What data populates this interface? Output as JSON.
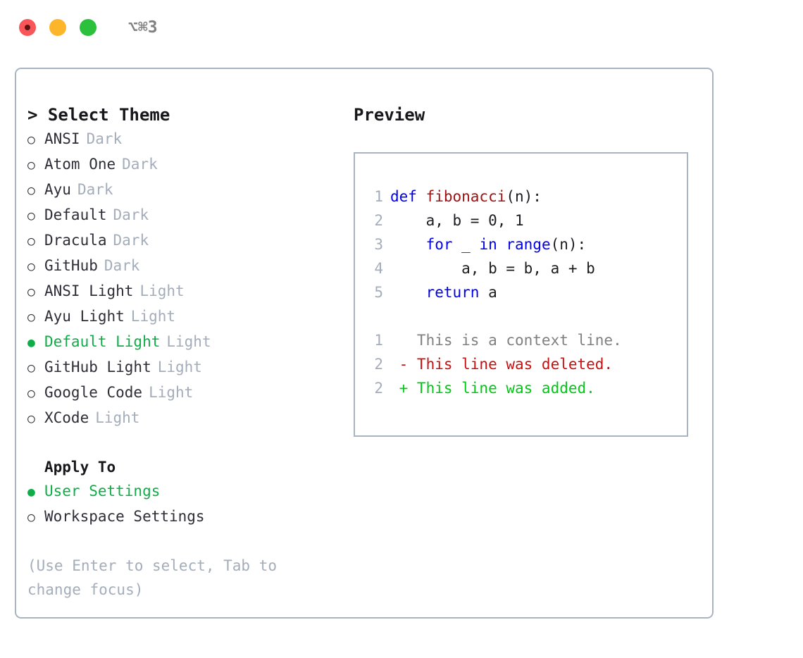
{
  "titlebar": {
    "shortcut": "⌥⌘3",
    "lights": [
      {
        "name": "close-button",
        "color": "#f9565a"
      },
      {
        "name": "minimize-button",
        "color": "#fdb62c"
      },
      {
        "name": "maximize-button",
        "color": "#2bc13c"
      }
    ]
  },
  "colors": {
    "selected_green": "#0fad48",
    "muted_gray": "#a3adbb",
    "border": "#a9b4c2",
    "keyword_blue": "#0000ee",
    "function_red": "#a01111",
    "diff_deleted": "#c81010",
    "diff_added": "#00c814"
  },
  "theme_panel": {
    "title": "> Select Theme",
    "marker_selected": "●",
    "marker_unselected": "○",
    "items": [
      {
        "label": "ANSI",
        "suffix": "Dark",
        "selected": false
      },
      {
        "label": "Atom One",
        "suffix": "Dark",
        "selected": false
      },
      {
        "label": "Ayu",
        "suffix": "Dark",
        "selected": false
      },
      {
        "label": "Default",
        "suffix": "Dark",
        "selected": false
      },
      {
        "label": "Dracula",
        "suffix": "Dark",
        "selected": false
      },
      {
        "label": "GitHub",
        "suffix": "Dark",
        "selected": false
      },
      {
        "label": "ANSI Light",
        "suffix": "Light",
        "selected": false
      },
      {
        "label": "Ayu Light",
        "suffix": "Light",
        "selected": false
      },
      {
        "label": "Default Light",
        "suffix": "Light",
        "selected": true
      },
      {
        "label": "GitHub Light",
        "suffix": "Light",
        "selected": false
      },
      {
        "label": "Google Code",
        "suffix": "Light",
        "selected": false
      },
      {
        "label": "XCode",
        "suffix": "Light",
        "selected": false
      }
    ]
  },
  "apply_to": {
    "title": "Apply To",
    "items": [
      {
        "label": "User Settings",
        "selected": true
      },
      {
        "label": "Workspace Settings",
        "selected": false
      }
    ]
  },
  "hint": "(Use Enter to select, Tab to change focus)",
  "preview": {
    "title": "Preview",
    "code_lines": [
      {
        "num": "1",
        "tokens": [
          {
            "t": "def ",
            "c": "kw"
          },
          {
            "t": "fibonacci",
            "c": "fn"
          },
          {
            "t": "(n):",
            "c": "plain"
          }
        ]
      },
      {
        "num": "2",
        "tokens": [
          {
            "t": "    a, b = 0, 1",
            "c": "plain"
          }
        ]
      },
      {
        "num": "3",
        "tokens": [
          {
            "t": "    ",
            "c": "plain"
          },
          {
            "t": "for",
            "c": "kw"
          },
          {
            "t": " _ ",
            "c": "plain"
          },
          {
            "t": "in range",
            "c": "kw"
          },
          {
            "t": "(n):",
            "c": "plain"
          }
        ]
      },
      {
        "num": "4",
        "tokens": [
          {
            "t": "        a, b = b, a + b",
            "c": "plain"
          }
        ]
      },
      {
        "num": "5",
        "tokens": [
          {
            "t": "    ",
            "c": "plain"
          },
          {
            "t": "return",
            "c": "kw"
          },
          {
            "t": " a",
            "c": "plain"
          }
        ]
      }
    ],
    "diff_lines": [
      {
        "num": "1",
        "tokens": [
          {
            "t": "   This is a context line.",
            "c": "ctx"
          }
        ]
      },
      {
        "num": "2",
        "tokens": [
          {
            "t": " - This line was deleted.",
            "c": "del"
          }
        ]
      },
      {
        "num": "2",
        "tokens": [
          {
            "t": " + This line was added.",
            "c": "add"
          }
        ]
      }
    ]
  }
}
